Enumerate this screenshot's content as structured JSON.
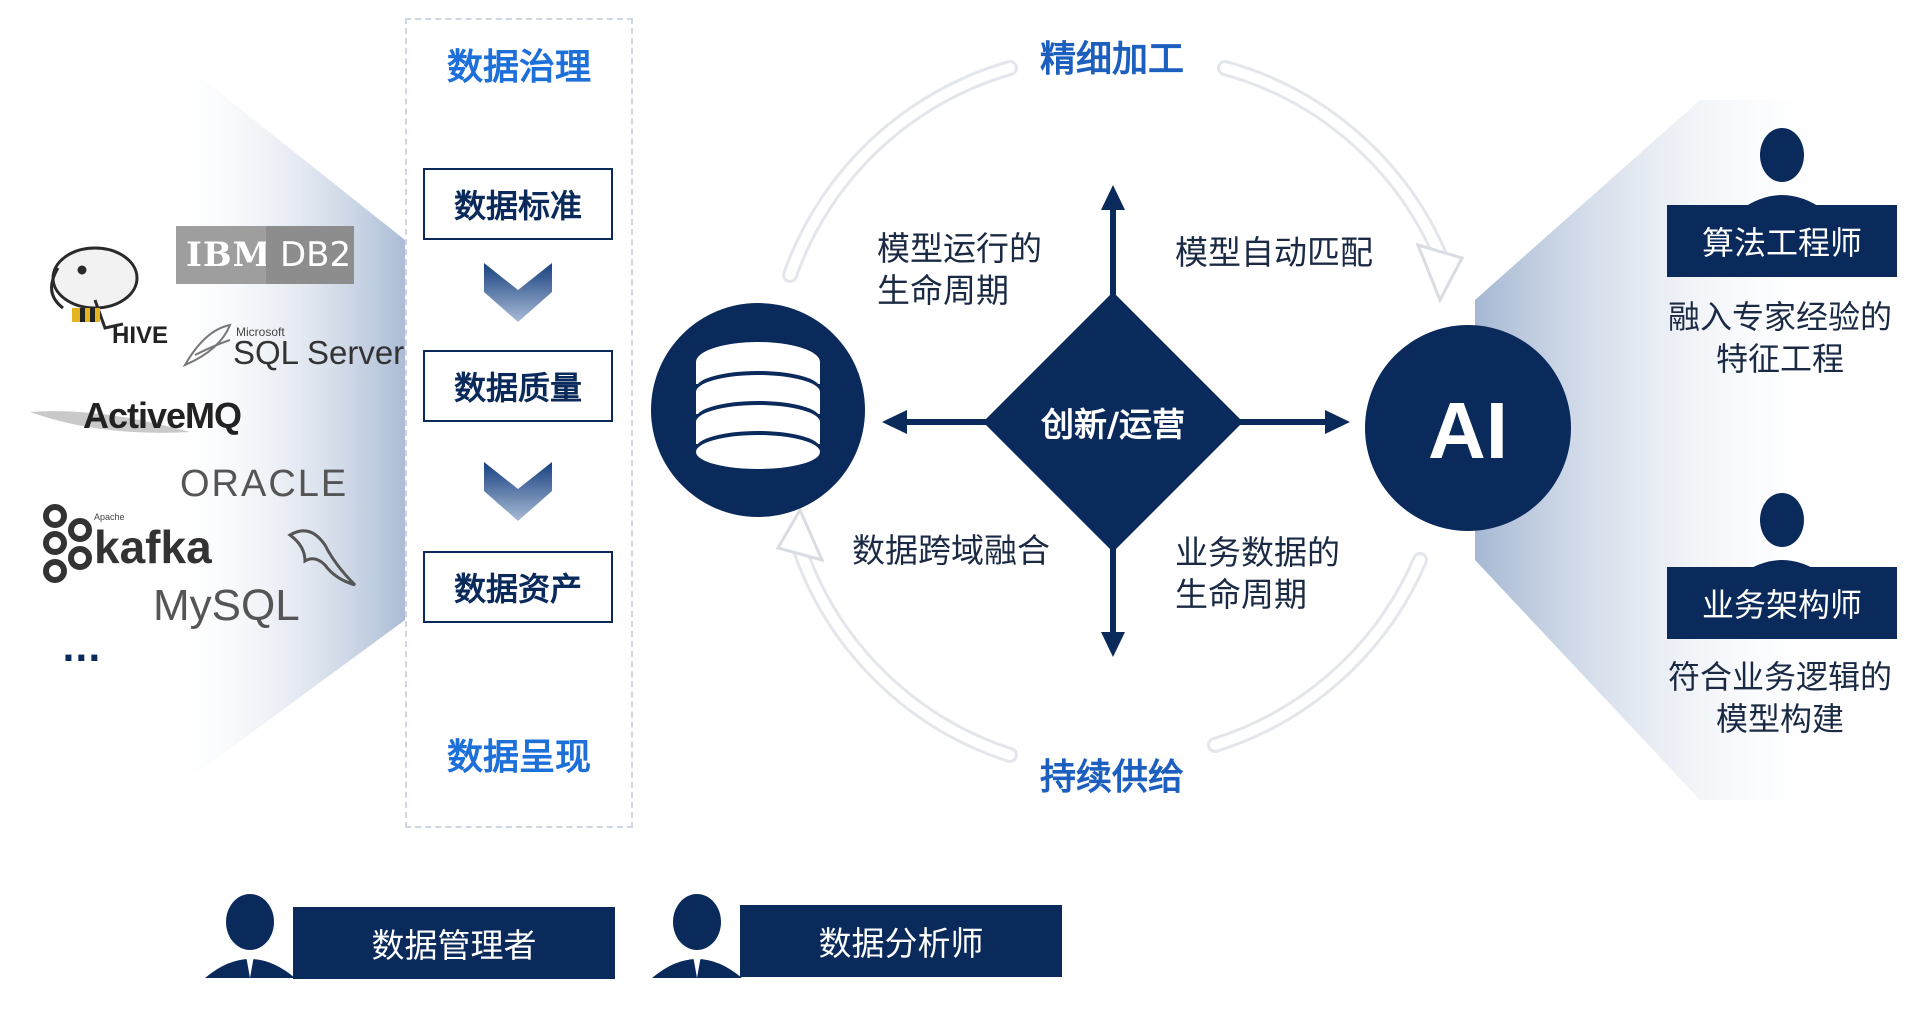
{
  "sources": {
    "logos": [
      "HIVE",
      "IBM",
      "DB2",
      "Microsoft",
      "SQL Server",
      "ActiveMQ",
      "ORACLE",
      "Apache",
      "kafka",
      "MySQL"
    ],
    "more": "..."
  },
  "governance": {
    "title_top": "数据治理",
    "steps": [
      "数据标准",
      "数据质量",
      "数据资产"
    ],
    "title_bottom": "数据呈现"
  },
  "cycle": {
    "top": "精细加工",
    "bottom": "持续供给",
    "center": "创新/运营",
    "ai": "AI",
    "upper_left": [
      "模型运行的",
      "生命周期"
    ],
    "upper_right": "模型自动匹配",
    "lower_left": "数据跨域融合",
    "lower_right": [
      "业务数据的",
      "生命周期"
    ]
  },
  "roles": [
    {
      "title": "算法工程师",
      "desc": [
        "融入专家经验的",
        "特征工程"
      ]
    },
    {
      "title": "业务架构师",
      "desc": [
        "符合业务逻辑的",
        "模型构建"
      ]
    }
  ],
  "bottom_roles": [
    "数据管理者",
    "数据分析师"
  ],
  "colors": {
    "navy": "#0b2a5c",
    "accent_blue": "#1d6fd9",
    "ring": "#e6e8ec"
  },
  "icons": [
    "database-icon",
    "person-icon",
    "chevron-down-icon",
    "hive-elephant-icon",
    "mysql-dolphin-icon",
    "kafka-icon"
  ]
}
